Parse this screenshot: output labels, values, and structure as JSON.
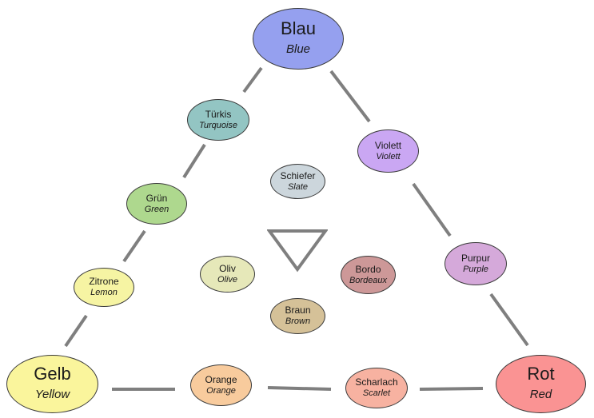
{
  "colors": {
    "connector": "#7f7f7f",
    "node_border": "#3a3a3a"
  },
  "nodes": {
    "blau": {
      "de": "Blau",
      "en": "Blue",
      "color": "#95a0ef"
    },
    "gelb": {
      "de": "Gelb",
      "en": "Yellow",
      "color": "#faf59c"
    },
    "rot": {
      "de": "Rot",
      "en": "Red",
      "color": "#fa9393"
    },
    "tuerkis": {
      "de": "Türkis",
      "en": "Turquoise",
      "color": "#93c5c3"
    },
    "gruen": {
      "de": "Grün",
      "en": "Green",
      "color": "#aed88e"
    },
    "zitrone": {
      "de": "Zitrone",
      "en": "Lemon",
      "color": "#f6f4a3"
    },
    "violett": {
      "de": "Violett",
      "en": "Violett",
      "color": "#caa7f3"
    },
    "purpur": {
      "de": "Purpur",
      "en": "Purple",
      "color": "#d5a9da"
    },
    "orange": {
      "de": "Orange",
      "en": "Orange",
      "color": "#f8cb9d"
    },
    "scharlach": {
      "de": "Scharlach",
      "en": "Scarlet",
      "color": "#f7b2a1"
    },
    "schiefer": {
      "de": "Schiefer",
      "en": "Slate",
      "color": "#ccd6dc"
    },
    "oliv": {
      "de": "Oliv",
      "en": "Olive",
      "color": "#e6e8b9"
    },
    "bordo": {
      "de": "Bordo",
      "en": "Bordeaux",
      "color": "#cd9898"
    },
    "braun": {
      "de": "Braun",
      "en": "Brown",
      "color": "#d5c198"
    }
  },
  "center_symbol": {
    "shape": "downward-triangle-icon",
    "color": "#7f7f7f"
  }
}
